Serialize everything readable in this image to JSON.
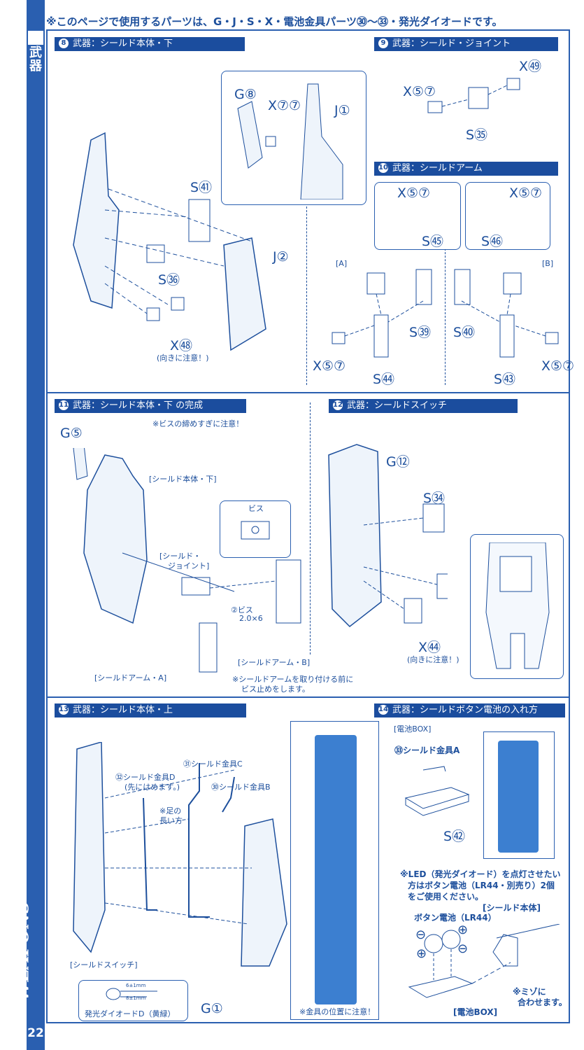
{
  "notice": "※このページで使用するパーツは、G・J・S・X・電池金具パーツ㉚～㉝・発光ダイオードです。",
  "side_strip": {
    "category": "武器",
    "title": "WEAPONS",
    "page_number": "22"
  },
  "sections": [
    {
      "num": "8",
      "title": "武器：シールド本体・下"
    },
    {
      "num": "9",
      "title": "武器：シールド・ジョイント"
    },
    {
      "num": "10",
      "title": "武器：シールドアーム"
    },
    {
      "num": "11",
      "title": "武器：シールド本体・下 の完成"
    },
    {
      "num": "12",
      "title": "武器：シールドスイッチ"
    },
    {
      "num": "13",
      "title": "武器：シールド本体・上"
    },
    {
      "num": "14",
      "title": "武器：シールドボタン電池の入れ方"
    }
  ],
  "s8": {
    "g8": "G⑧",
    "x77": "X⑦⑦",
    "j1": "J①",
    "s41": "S㊶",
    "j2": "J②",
    "s36": "S㊱",
    "x48": "X㊽",
    "note": "(向きに注意！)"
  },
  "s9": {
    "x57a": "X㊾",
    "x57b": "X⑤⑦",
    "s35": "S㉟"
  },
  "s10": {
    "a": "[A]",
    "b": "[B]",
    "x57_1": "X⑤⑦",
    "s45": "S㊺",
    "x57_2": "X⑤⑦",
    "s46": "S㊻",
    "s39": "S㊴",
    "s40": "S㊵",
    "x57_3": "X⑤⑦",
    "s44": "S㊹",
    "s43": "S㊸",
    "x57_4": "X⑤⑦"
  },
  "s11": {
    "warn": "※ビスの締めすぎに注意！",
    "g5": "G⑤",
    "body": "[シールド本体・下]",
    "screw": "ビス",
    "joint1": "[シールド・",
    "joint2": "ジョイント]",
    "screw_spec1": "②ビス",
    "screw_spec2": "2.0×6",
    "arm_b": "[シールドアーム・B]",
    "arm_a": "[シールドアーム・A]",
    "note1": "※シールドアームを取り付ける前に",
    "note2": "ビス止めをします。"
  },
  "s12": {
    "g12": "G⑫",
    "s34": "S㉞",
    "x44": "X㊹",
    "note": "(向きに注意！)"
  },
  "s13": {
    "d1": "㉜シールド金具D",
    "d2": "(先にはめます。)",
    "c": "㉛シールド金具C",
    "b": "㉚シールド金具B",
    "leg1": "※足の",
    "leg2": "長い方",
    "switch": "[シールドスイッチ]",
    "g1": "G①",
    "led": "発光ダイオードD（黄緑）",
    "dim1": "6±1mm",
    "dim2": "8±1mm",
    "pos_note": "※金具の位置に注意！"
  },
  "s14": {
    "box1": "[電池BOX]",
    "a": "㉝シールド金具A",
    "s42": "S㊷",
    "led_note1": "※LED（発光ダイオード）を点灯させたい",
    "led_note2": "方はボタン電池（LR44・別売り）2個",
    "led_note3": "をご使用ください。",
    "body": "[シールド本体]",
    "battery": "ボタン電池（LR44）",
    "minus": "⊖",
    "plus": "⊕",
    "box2": "[電池BOX]",
    "groove1": "※ミゾに",
    "groove2": "合わせます。"
  }
}
